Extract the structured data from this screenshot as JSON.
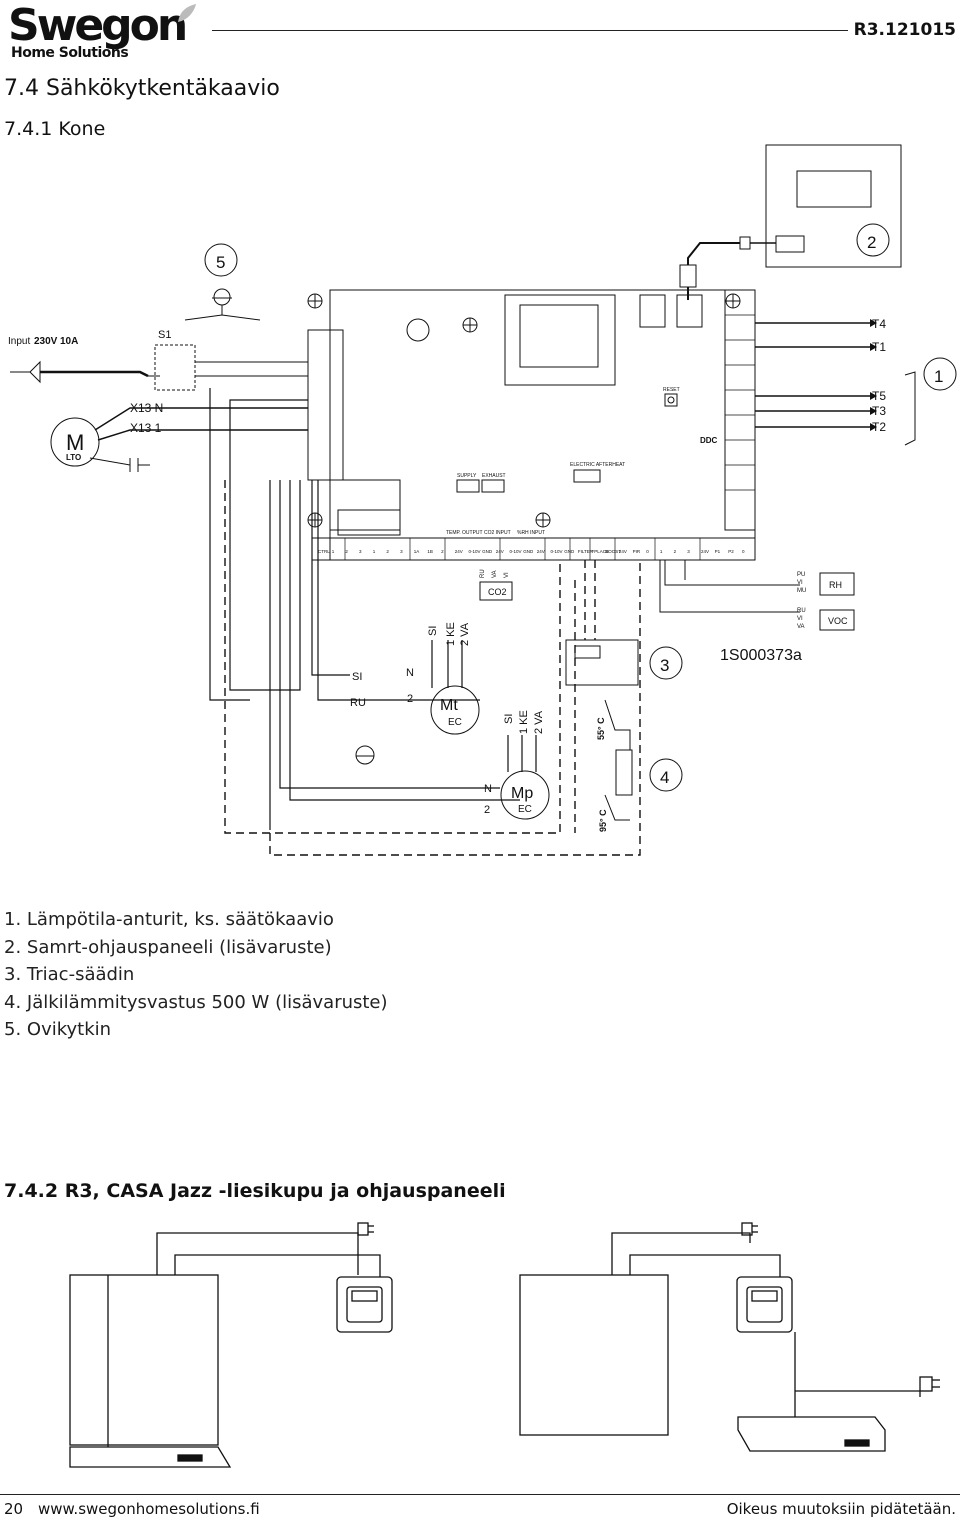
{
  "header": {
    "brand": "Swegon",
    "brand_sub": "Home Solutions",
    "doc_code": "R3.121015"
  },
  "section_title": "7.4 Sähkökytkentäkaavio",
  "subsection_title": "7.4.1 Kone",
  "diagram": {
    "input_label": "Input",
    "input_voltage": "230V",
    "input_fuse": "10A",
    "switch": "S1",
    "x13n": "X13 N",
    "x131": "X13 1",
    "motor_lto": "M",
    "motor_lto_sub": "LTO",
    "callout_1": "1",
    "callout_2": "2",
    "callout_3": "3",
    "callout_4": "4",
    "callout_5": "5",
    "sensors": [
      "T4",
      "T1",
      "T5",
      "T3",
      "T2"
    ],
    "ddc": "DDC",
    "reset": "RESET",
    "supply": "SUPPLY",
    "exhaust": "EXHAUST",
    "electric_afterheat": "ELECTRIC AFTERHEAT",
    "temp_output": "TEMP. OUTPUT",
    "co2_input": "CO2 INPUT",
    "rh_input": "%RH INPUT",
    "co2": "CO2",
    "rh": "RH",
    "voc": "VOC",
    "rh_wires": [
      "PU",
      "VI",
      "MU"
    ],
    "voc_wires": [
      "RU",
      "VI",
      "VA"
    ],
    "co2_wires": [
      "RU",
      "VA",
      "VI"
    ],
    "part_code": "1S000373a",
    "si": "SI",
    "ru": "RU",
    "n": "N",
    "two": "2",
    "fan_t_wires": [
      "SI",
      "1 KE",
      "2 VA"
    ],
    "fan_p_wires": [
      "SI",
      "1 KE",
      "2 VA"
    ],
    "fan_t": "Mt",
    "fan_p": "Mp",
    "ec": "EC",
    "temp_55": "55° C",
    "temp_95": "95° C",
    "terminal_labels": [
      "CTRL",
      "1",
      "2",
      "3",
      "1",
      "2",
      "3",
      "1A",
      "1B",
      "2",
      "24V",
      "0-10V",
      "GND",
      "24V",
      "0-10V",
      "GND",
      "24V",
      "0-10V",
      "GND",
      "FILTER",
      "FPLACE",
      "BOOST",
      "24V",
      "PIR",
      "0",
      "1",
      "2",
      "3",
      "24V",
      "P1",
      "P2",
      "0"
    ]
  },
  "legend": [
    "1.  Lämpötila-anturit, ks. säätökaavio",
    "2.  Samrt-ohjauspaneeli (lisävaruste)",
    "3.  Triac-säädin",
    "4.  Jälkilämmitysvastus 500 W (lisävaruste)",
    "5.  Ovikytkin"
  ],
  "section2_title": "7.4.2 R3, CASA Jazz -liesikupu ja ohjauspaneeli",
  "footer": {
    "page": "20",
    "website": "www.swegonhomesolutions.fi",
    "rights": "Oikeus muutoksiin pidätetään."
  }
}
